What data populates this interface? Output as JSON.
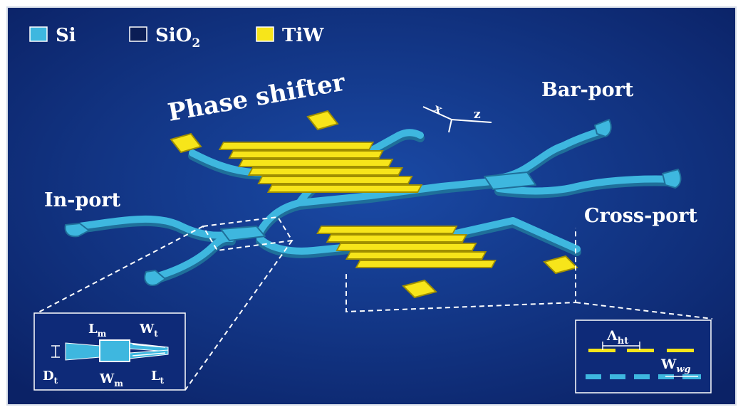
{
  "colors": {
    "background": "#0e2a78",
    "border": "#d6dde8",
    "si": "#3eb7df",
    "si_dark": "#1f6f9a",
    "tiw": "#f7e51a",
    "tiw_dark": "#a08f00",
    "sio2": "#0b1d55",
    "text": "#ffffff"
  },
  "legend": {
    "items": [
      {
        "key": "si",
        "label": "Si"
      },
      {
        "key": "sio2",
        "label_main": "SiO",
        "label_sub": "2"
      },
      {
        "key": "tiw",
        "label": "TiW"
      }
    ]
  },
  "labels": {
    "phase_shifter": "Phase shifter",
    "bar_port": "Bar-port",
    "in_port": "In-port",
    "cross_port": "Cross-port",
    "axis_x": "x",
    "axis_z": "z"
  },
  "inset_left": {
    "l": "L",
    "l_sub": "m",
    "w": "W",
    "w_sub": "t",
    "d": "D",
    "d_sub": "t",
    "wm": "W",
    "wm_sub": "m",
    "lt": "L",
    "lt_sub": "t"
  },
  "inset_right": {
    "lambda": "Λ",
    "lambda_sub": "ht",
    "wwg": "W",
    "wwg_sub": "wg"
  }
}
